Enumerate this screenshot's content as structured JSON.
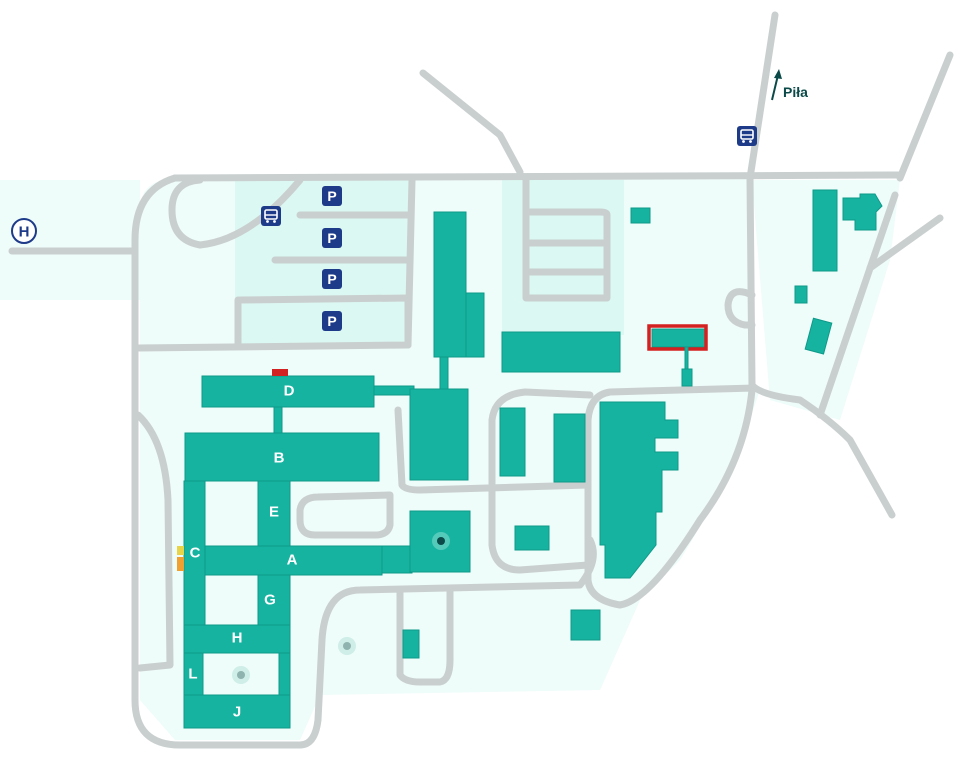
{
  "map": {
    "destination_label": "Piła",
    "hospital_symbol": "H",
    "parking_symbol": "P",
    "buildings": {
      "a": "A",
      "b": "B",
      "c": "C",
      "d": "D",
      "e": "E",
      "g": "G",
      "h": "H",
      "j": "J",
      "l": "L"
    },
    "colors": {
      "building": "#16b3a0",
      "road": "#c9cfcf",
      "campus_zone": "#eefcfa",
      "parking_zone": "#dcf8f2",
      "badge": "#1e3b8a",
      "highlight": "#d32020",
      "yellow_marker": "#e8d44a",
      "orange_marker": "#f0a030"
    },
    "icons": [
      "parking-icon",
      "bus-stop-icon",
      "hospital-helipad-icon",
      "north-arrow-icon",
      "location-dot-icon"
    ]
  }
}
